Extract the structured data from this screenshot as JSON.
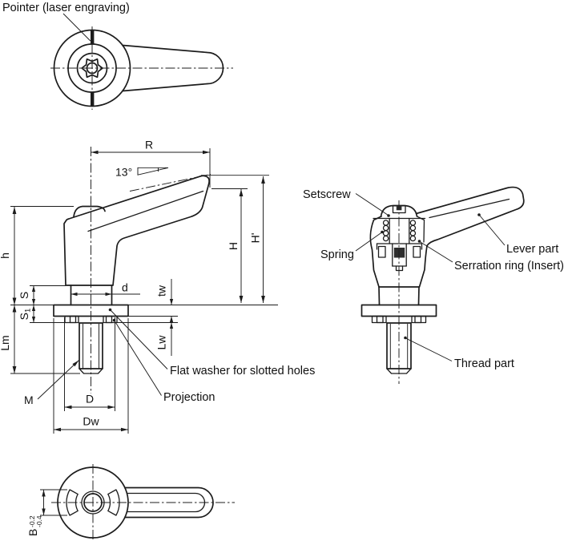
{
  "views": {
    "top": {
      "pointer_note": "Pointer (laser engraving)"
    },
    "front": {
      "dim_R": "R",
      "dim_angle": "13°",
      "dim_H": "H",
      "dim_H_prime": "H'",
      "dim_h": "h",
      "dim_S": "S",
      "dim_S1_base": "S",
      "dim_S1_sub": "1",
      "dim_Lm": "Lm",
      "dim_d": "d",
      "dim_tw": "tw",
      "dim_Lw": "Lw",
      "dim_M": "M",
      "dim_D": "D",
      "dim_Dw": "Dw",
      "note_flat_washer": "Flat washer for slotted holes",
      "note_projection": "Projection"
    },
    "side": {
      "label_setscrew": "Setscrew",
      "label_spring": "Spring",
      "label_lever": "Lever part",
      "label_serration": "Serration ring (Insert)",
      "label_thread": "Thread part"
    },
    "bottom": {
      "dim_B": "B",
      "tol_upper": "-0.2",
      "tol_lower": "-0.4"
    }
  },
  "colors": {
    "line": "#1c1c1c",
    "text": "#101010",
    "background": "#ffffff"
  }
}
